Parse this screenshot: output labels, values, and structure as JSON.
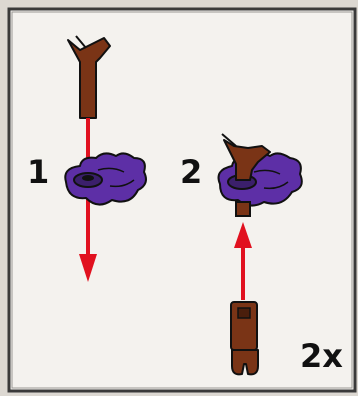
{
  "steps": [
    {
      "number": "1"
    },
    {
      "number": "2"
    }
  ],
  "quantity": "2x",
  "colors": {
    "background": "#f4f2ee",
    "frame": "#3a3a3a",
    "brown": "#7a3416",
    "purple": "#5d2fa6",
    "arrow": "#e1111f"
  }
}
